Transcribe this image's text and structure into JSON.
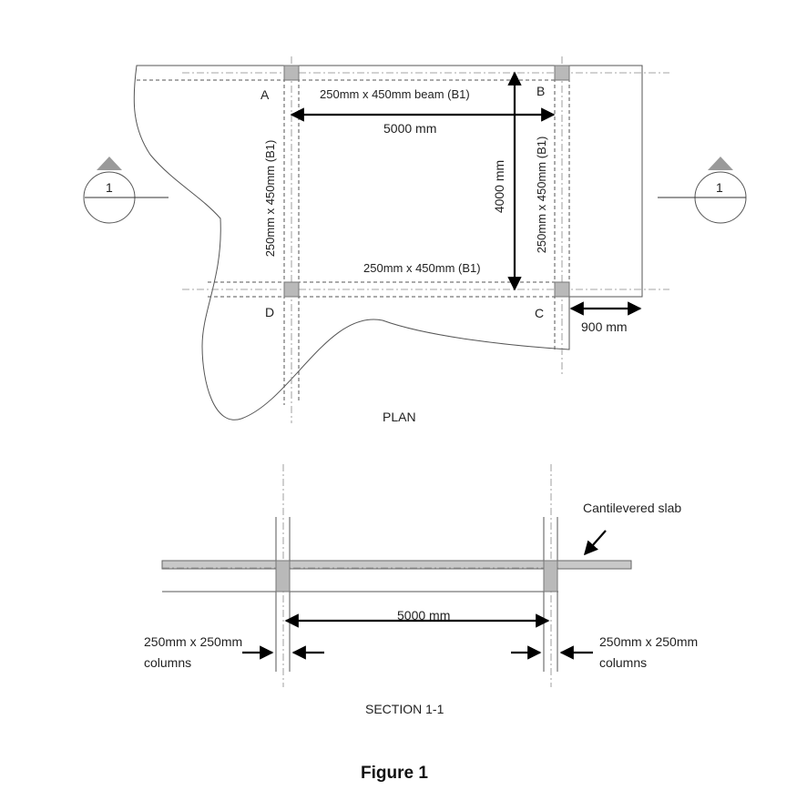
{
  "plan": {
    "grid_labels": {
      "a": "A",
      "b": "B",
      "c": "C",
      "d": "D"
    },
    "beam_top_label": "250mm x 450mm beam (B1)",
    "beam_bottom_label": "250mm x 450mm (B1)",
    "beam_left_label": "250mm x 450mm (B1)",
    "beam_right_label": "250mm x 450mm (B1)",
    "span_horizontal": "5000 mm",
    "span_vertical": "4000 mm",
    "overhang": "900 mm",
    "section_mark_left": "1",
    "section_mark_right": "1",
    "caption": "PLAN"
  },
  "section": {
    "cantilever_label": "Cantilevered slab",
    "span": "5000 mm",
    "columns_left_line1": "250mm x 250mm",
    "columns_left_line2": "columns",
    "columns_right_line1": "250mm x 250mm",
    "columns_right_line2": "columns",
    "caption": "SECTION 1-1"
  },
  "figure_caption": "Figure 1"
}
